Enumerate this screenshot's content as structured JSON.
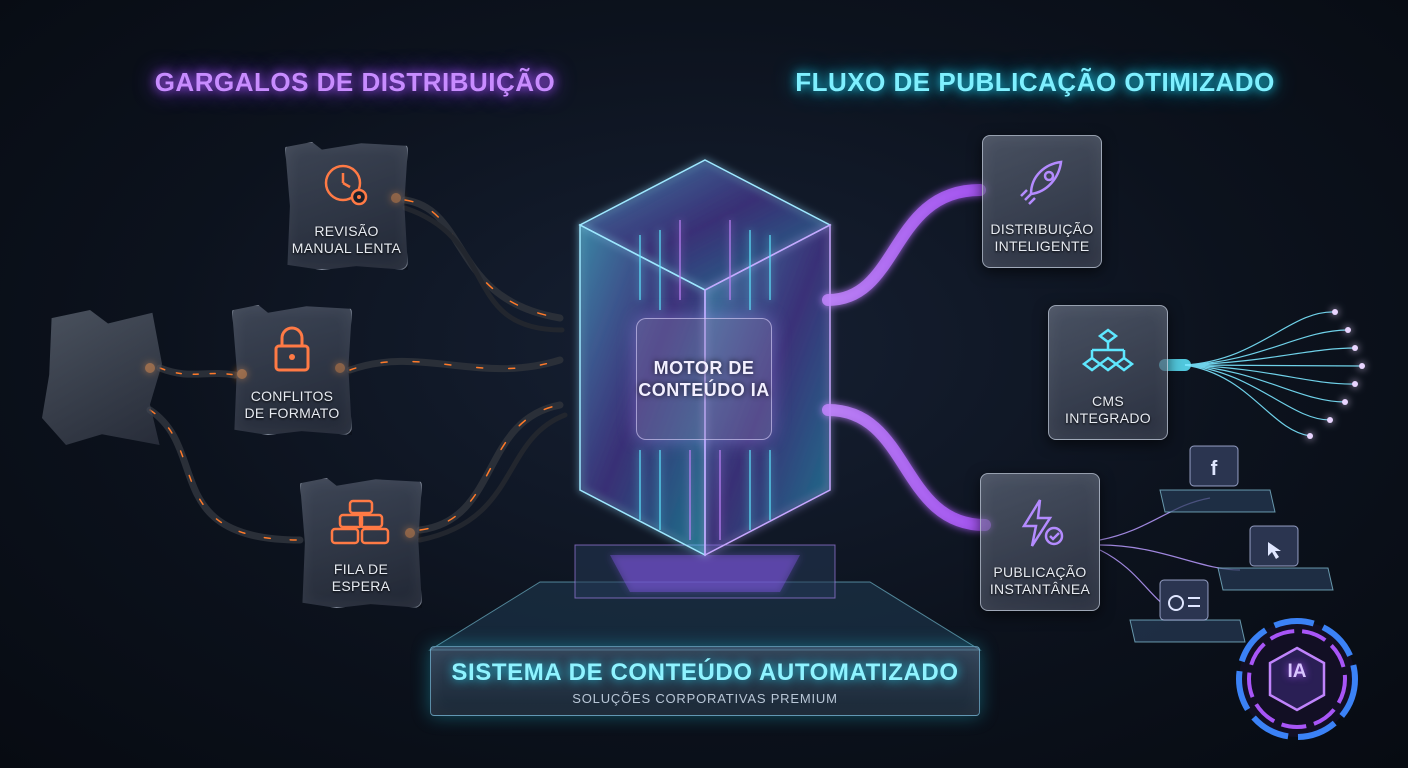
{
  "headings": {
    "left": "GARGALOS DE DISTRIBUIÇÃO",
    "right": "FLUXO DE PUBLICAÇÃO OTIMIZADO"
  },
  "bottlenecks": [
    {
      "id": "manual-review",
      "label": "REVISÃO\nMANUAL LENTA",
      "icon": "clock-gear-icon"
    },
    {
      "id": "format-conflicts",
      "label": "CONFLITOS\nDE FORMATO",
      "icon": "padlock-icon"
    },
    {
      "id": "queue",
      "label": "FILA DE\nESPERA",
      "icon": "traffic-jam-cars-icon"
    }
  ],
  "core": {
    "label": "MOTOR DE\nCONTEÚDO IA"
  },
  "outputs": [
    {
      "id": "smart-distribution",
      "label": "DISTRIBUIÇÃO\nINTELIGENTE",
      "icon": "rocket-icon"
    },
    {
      "id": "integrated-cms",
      "label": "CMS\nINTEGRADO",
      "icon": "hierarchy-diagram-icon"
    },
    {
      "id": "instant-publishing",
      "label": "PUBLICAÇÃO\nINSTANTÂNEA",
      "icon": "lightning-check-icon"
    }
  ],
  "channels": [
    {
      "id": "facebook",
      "icon": "facebook-window-icon",
      "glyph": "f"
    },
    {
      "id": "web",
      "icon": "cursor-window-icon"
    },
    {
      "id": "analytics",
      "icon": "chart-window-icon"
    }
  ],
  "base": {
    "title": "SISTEMA DE CONTEÚDO AUTOMATIZADO",
    "subtitle": "SOLUÇÕES CORPORATIVAS PREMIUM"
  },
  "badge": {
    "label": "IA"
  },
  "colors": {
    "left_accent": "#c88cff",
    "right_accent": "#7ff0ff",
    "warning": "#ff6a1a",
    "cyan_glow": "#22d3ee",
    "purple_glow": "#a855f7"
  }
}
